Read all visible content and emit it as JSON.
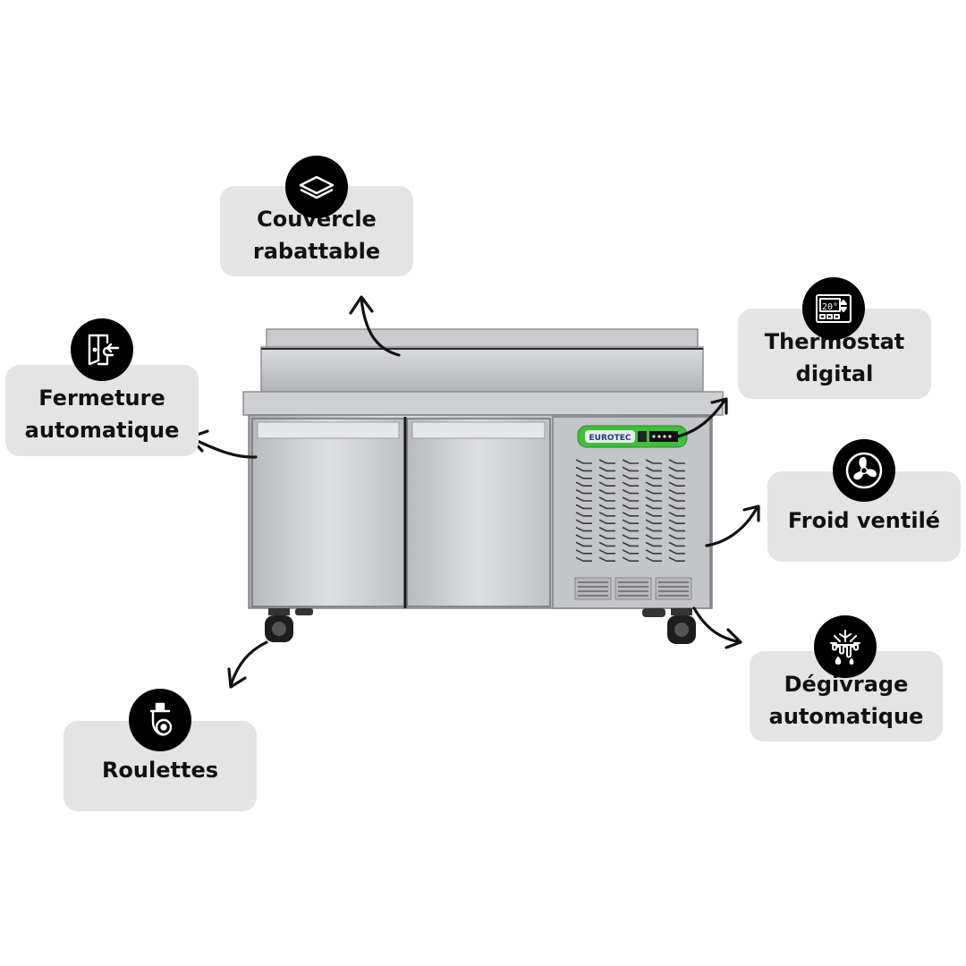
{
  "features": {
    "lid": {
      "label": "Couvercle\nrabattable",
      "icon": "lid-layers-icon"
    },
    "door": {
      "label": "Fermeture\nautomatique",
      "icon": "door-close-icon"
    },
    "thermostat": {
      "label": "Thermostat\ndigital",
      "icon": "thermostat-display-icon",
      "display": "20°"
    },
    "fan": {
      "label": "Froid ventilé",
      "icon": "fan-icon"
    },
    "defrost": {
      "label": "Dégivrage\nautomatique",
      "icon": "defrost-icon"
    },
    "wheels": {
      "label": "Roulettes",
      "icon": "caster-wheel-icon"
    }
  },
  "product": {
    "brand": "EUROTEC",
    "panel_color": "#3fbf3a"
  }
}
